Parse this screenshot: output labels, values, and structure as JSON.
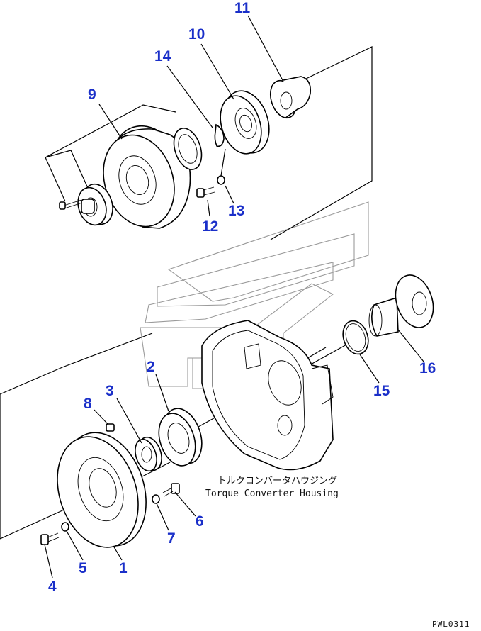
{
  "caption": {
    "japanese": "トルクコンバータハウジング",
    "english": "Torque Converter Housing"
  },
  "drawing_code": "PWL0311",
  "callouts": [
    "1",
    "2",
    "3",
    "4",
    "5",
    "6",
    "7",
    "8",
    "9",
    "10",
    "11",
    "12",
    "13",
    "14",
    "15",
    "16"
  ]
}
